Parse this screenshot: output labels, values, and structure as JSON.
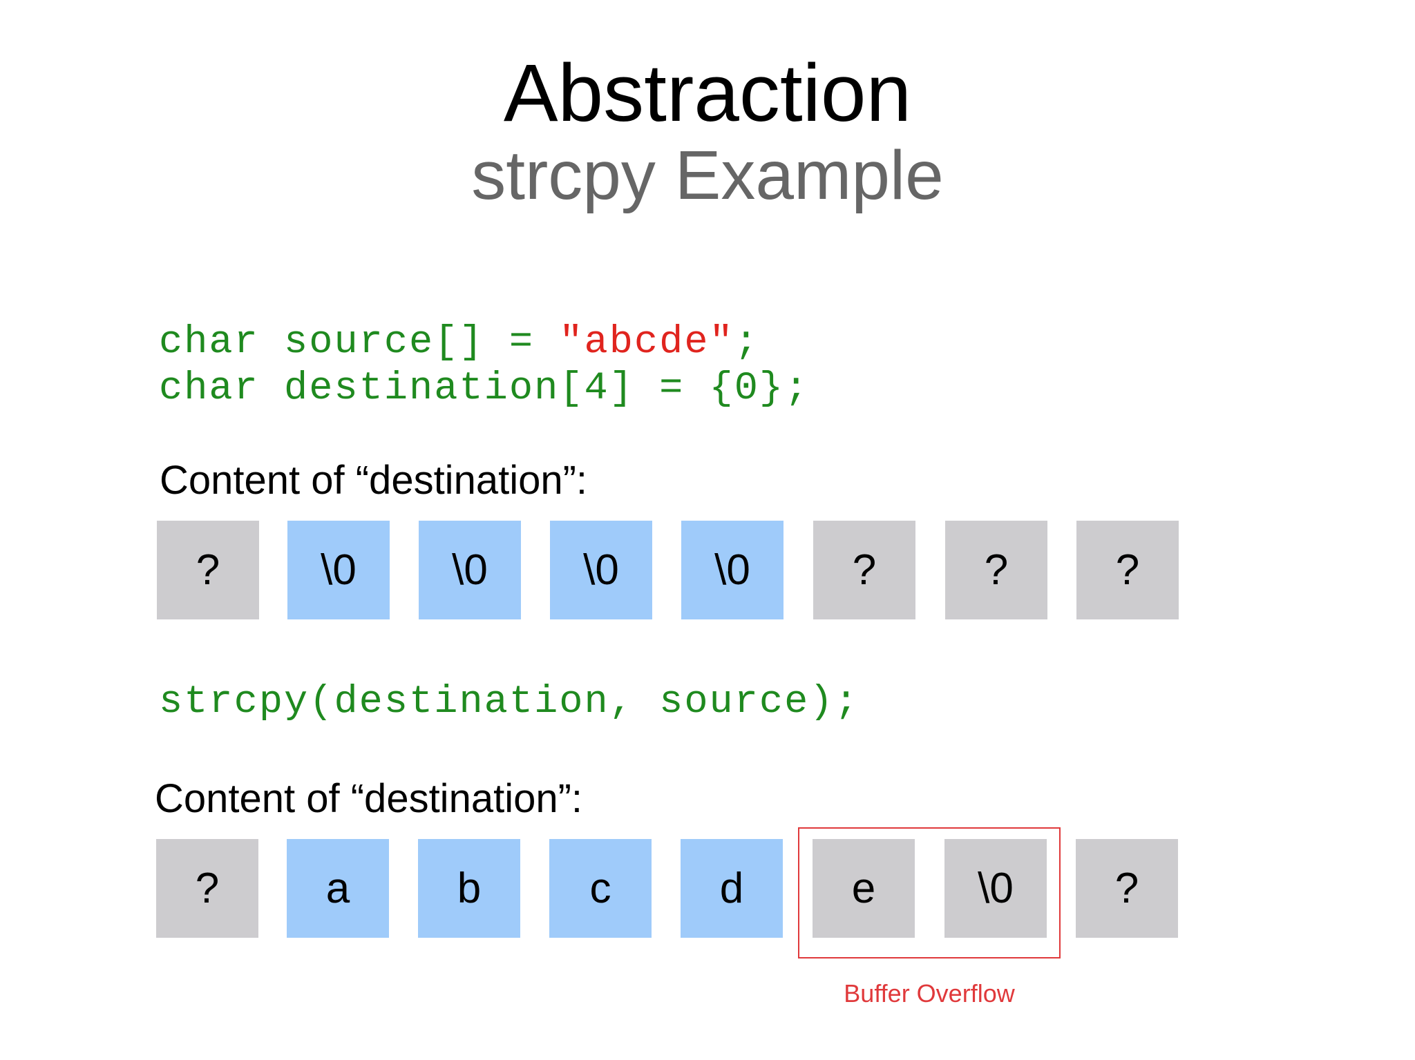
{
  "title": "Abstraction",
  "subtitle": "strcpy Example",
  "code": {
    "line1_prefix": "char source[] = ",
    "line1_string": "\"abcde\"",
    "line1_suffix": ";",
    "line2": "char destination[4] = {0};",
    "line3": "strcpy(destination, source);"
  },
  "label_before": "Content of “destination”:",
  "label_after": "Content of “destination”:",
  "row_before": [
    {
      "value": "?",
      "kind": "gray"
    },
    {
      "value": "\\0",
      "kind": "blue"
    },
    {
      "value": "\\0",
      "kind": "blue"
    },
    {
      "value": "\\0",
      "kind": "blue"
    },
    {
      "value": "\\0",
      "kind": "blue"
    },
    {
      "value": "?",
      "kind": "gray"
    },
    {
      "value": "?",
      "kind": "gray"
    },
    {
      "value": "?",
      "kind": "gray"
    }
  ],
  "row_after": [
    {
      "value": "?",
      "kind": "gray"
    },
    {
      "value": "a",
      "kind": "blue"
    },
    {
      "value": "b",
      "kind": "blue"
    },
    {
      "value": "c",
      "kind": "blue"
    },
    {
      "value": "d",
      "kind": "blue"
    },
    {
      "value": "e",
      "kind": "gray"
    },
    {
      "value": "\\0",
      "kind": "gray"
    },
    {
      "value": "?",
      "kind": "gray"
    }
  ],
  "overflow_label": "Buffer Overflow",
  "colors": {
    "code_green": "#1f8a1f",
    "string_red": "#e0241e",
    "cell_blue": "#9fcbfa",
    "cell_gray": "#cdcccf",
    "overflow_red": "#e0393b",
    "subtitle_gray": "#666666"
  }
}
